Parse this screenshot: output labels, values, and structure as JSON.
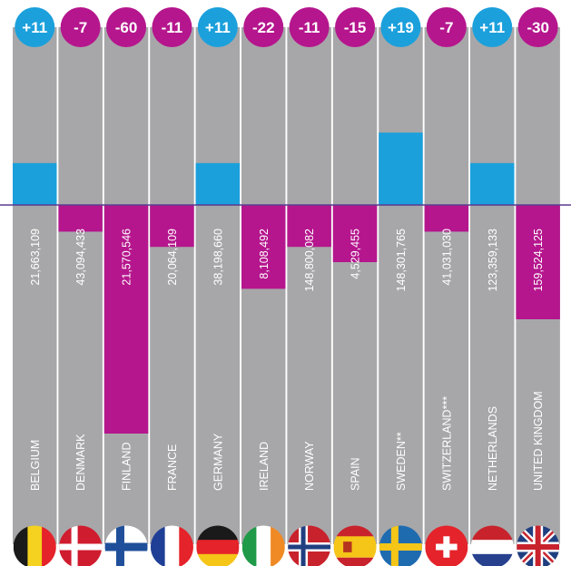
{
  "chart_data": {
    "type": "bar",
    "categories": [
      "BELGIUM",
      "DENMARK",
      "FINLAND",
      "FRANCE",
      "GERMANY",
      "IRELAND",
      "NORWAY",
      "SPAIN",
      "SWEDEN**",
      "SWITZERLAND***",
      "NETHERLANDS",
      "UNITED KINGDOM"
    ],
    "badges": [
      "+11",
      "-7",
      "-60",
      "-11",
      "+11",
      "-22",
      "-11",
      "-15",
      "+19",
      "-7",
      "+11",
      "-30"
    ],
    "values": [
      11,
      -7,
      -60,
      -11,
      11,
      -22,
      -11,
      -15,
      19,
      -7,
      11,
      -30
    ],
    "labels": [
      "21,663,109",
      "43,094,433",
      "21,570,546",
      "20,064,109",
      "38,198,660",
      "8,108,492",
      "148,800,082",
      "4,529,455",
      "148,301,765",
      "41,031,030",
      "123,359,133",
      "159,524,125"
    ],
    "flags": [
      "belgium-flag",
      "denmark-flag",
      "finland-flag",
      "france-flag",
      "germany-flag",
      "ireland-flag",
      "norway-flag",
      "spain-flag",
      "sweden-flag",
      "switzerland-flag",
      "netherlands-flag",
      "uk-flag"
    ],
    "ylim": [
      -60,
      60
    ],
    "colors": {
      "column": "#a7a7a9",
      "positive": "#1ba0dc",
      "negative": "#b5168d",
      "axis": "#5b3b8f",
      "text": "#ffffff"
    }
  }
}
